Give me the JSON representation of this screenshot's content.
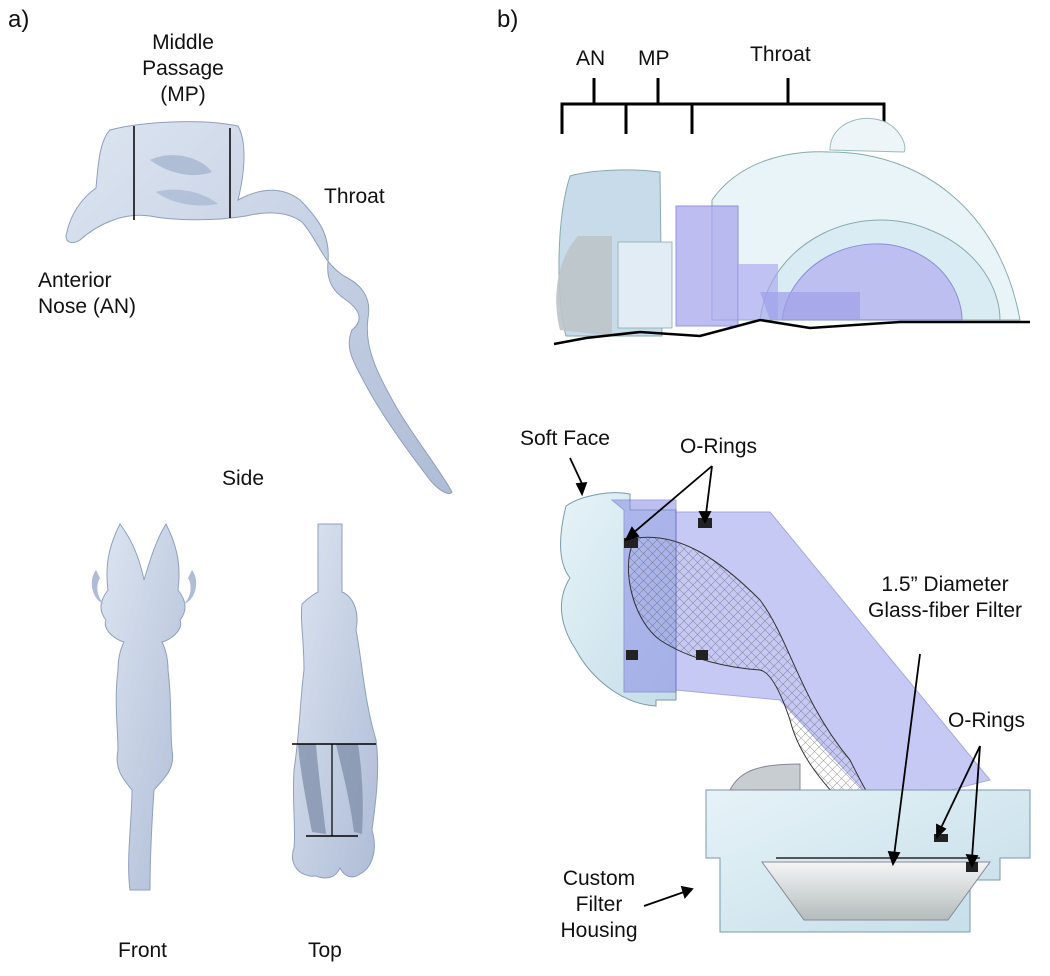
{
  "panels": {
    "a": "a)",
    "b": "b)"
  },
  "panel_a": {
    "side_view": {
      "middle_passage": [
        "Middle",
        "Passage",
        "(MP)"
      ],
      "throat": "Throat",
      "anterior_nose": [
        "Anterior",
        "Nose (AN)"
      ],
      "view_label": "Side"
    },
    "front_view_label": "Front",
    "top_view_label": "Top"
  },
  "panel_b": {
    "bracket_labels": {
      "an": "AN",
      "mp": "MP",
      "throat": "Throat"
    },
    "callouts": {
      "soft_face": "Soft Face",
      "o_rings_top": "O-Rings",
      "filter": [
        "1.5” Diameter",
        "Glass-fiber Filter"
      ],
      "o_rings_bottom": "O-Rings",
      "housing": [
        "Custom",
        "Filter",
        "Housing"
      ]
    }
  },
  "colors": {
    "airway": "#c9d5e8",
    "airway_shade": "#9fb0cc",
    "housing": "#d8ecf3",
    "translucent_purple": "#8c8ee6",
    "line": "#000000"
  }
}
